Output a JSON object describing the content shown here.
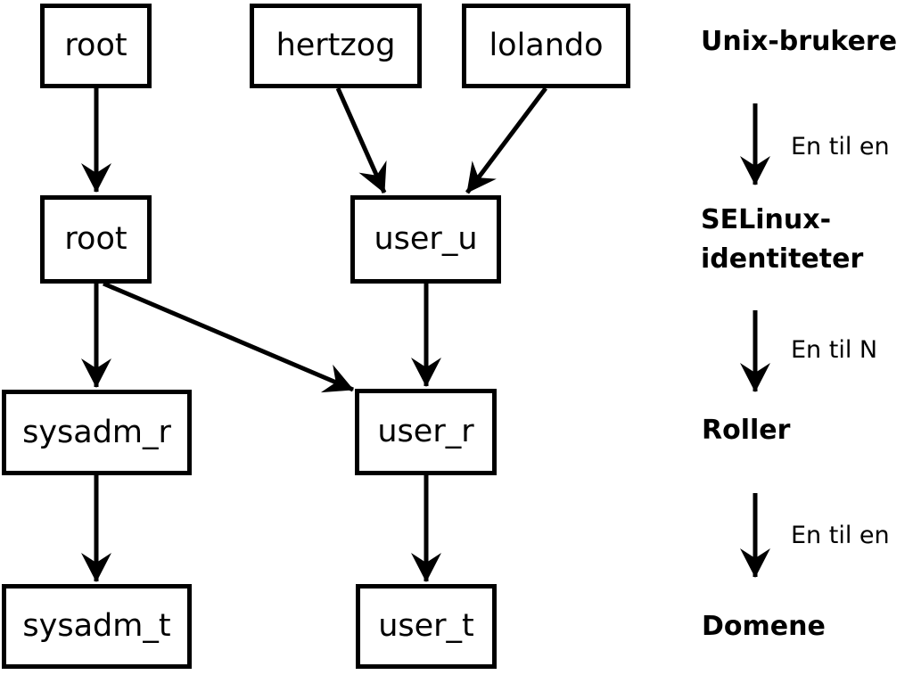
{
  "nodes": {
    "unix_root": {
      "label": "root"
    },
    "hertzog": {
      "label": "hertzog"
    },
    "lolando": {
      "label": "lolando"
    },
    "selinux_root": {
      "label": "root"
    },
    "user_u": {
      "label": "user_u"
    },
    "sysadm_r": {
      "label": "sysadm_r"
    },
    "user_r": {
      "label": "user_r"
    },
    "sysadm_t": {
      "label": "sysadm_t"
    },
    "user_t": {
      "label": "user_t"
    }
  },
  "legend": {
    "levels": {
      "unix_users": "Unix-brukere",
      "selinux_identities_line1": "SELinux-",
      "selinux_identities_line2": "identiteter",
      "roles": "Roller",
      "domains": "Domene"
    },
    "mappings": {
      "users_to_identities": "En til en",
      "identities_to_roles": "En til N",
      "roles_to_domains": "En til en"
    }
  },
  "colors": {
    "background": "#ffffff",
    "line": "#000000",
    "text": "#000000",
    "node_fill": "#ffffff",
    "node_border": "#000000"
  }
}
